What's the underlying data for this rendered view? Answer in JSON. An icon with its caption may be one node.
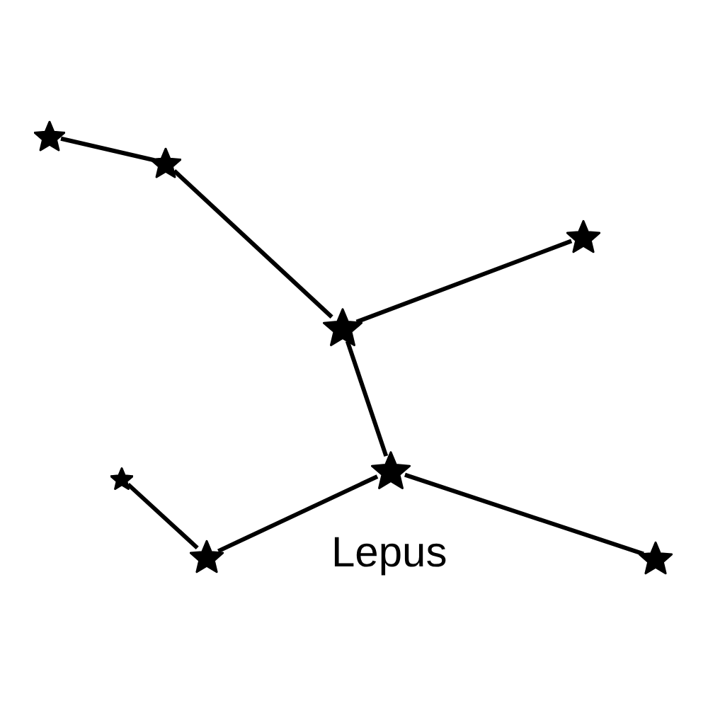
{
  "diagram": {
    "nodes": [
      {
        "text": [],
        "shape": "star"
      },
      {
        "text": [],
        "shape": "star"
      },
      {
        "text": [],
        "shape": "star"
      },
      {
        "text": [],
        "shape": "star"
      },
      {
        "text": [],
        "shape": "star"
      },
      {
        "text": [],
        "shape": "star"
      },
      {
        "text": [],
        "shape": "star"
      },
      {
        "text": [],
        "shape": "star"
      }
    ],
    "edges": [
      {
        "from": 0,
        "to": 1,
        "arrow": "none"
      },
      {
        "from": 1,
        "to": 2,
        "arrow": "none"
      },
      {
        "from": 2,
        "to": 3,
        "arrow": "none"
      },
      {
        "from": 2,
        "to": 4,
        "arrow": "none"
      },
      {
        "from": 4,
        "to": 6,
        "arrow": "none"
      },
      {
        "from": 5,
        "to": 6,
        "arrow": "none"
      },
      {
        "from": 4,
        "to": 7,
        "arrow": "none"
      }
    ],
    "labels": [
      "Lepus"
    ]
  }
}
